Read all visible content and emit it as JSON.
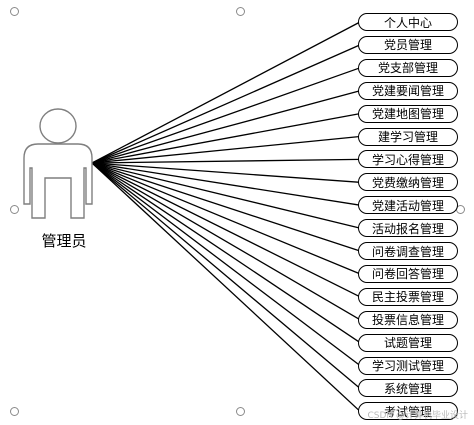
{
  "actor": {
    "label": "管理员"
  },
  "use_cases": [
    "个人中心",
    "党员管理",
    "党支部管理",
    "党建要闻管理",
    "党建地图管理",
    "建学习管理",
    "学习心得管理",
    "党费缴纳管理",
    "党建活动管理",
    "活动报名管理",
    "问卷调查管理",
    "问卷回答管理",
    "民主投票管理",
    "投票信息管理",
    "试题管理",
    "学习测试管理",
    "系统管理",
    "考试管理"
  ],
  "watermark": "CSDN @计算机毕业设计"
}
